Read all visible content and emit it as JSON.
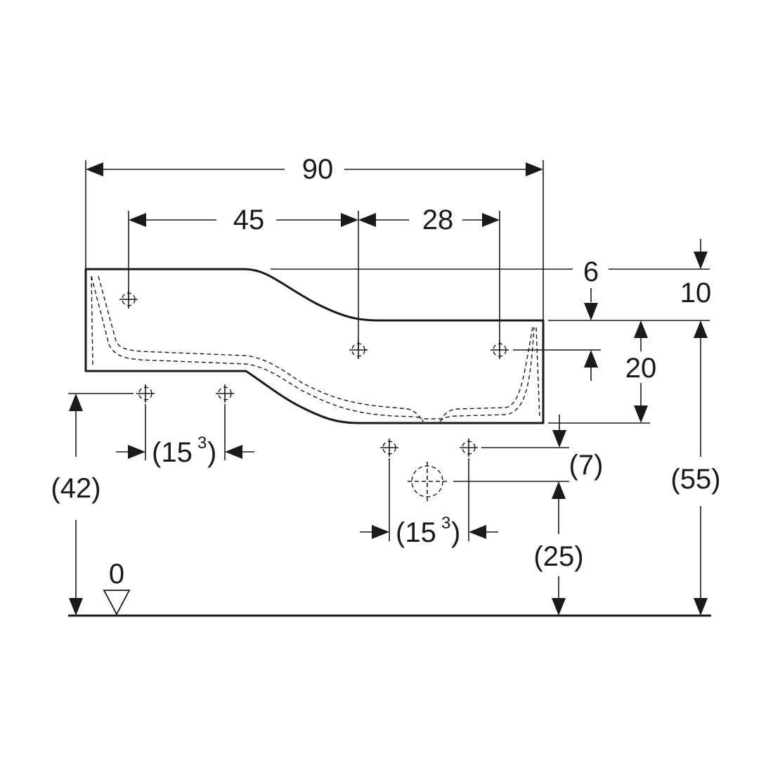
{
  "dimensions": {
    "overall_width": "90",
    "left_to_center": "45",
    "center_to_right": "28",
    "top_offset": "6",
    "step_height": "10",
    "basin_height": "20",
    "drain_offset": "(7)",
    "left_hole_spacing_main": "(15",
    "left_hole_spacing_sup": "3",
    "left_hole_spacing_close": ")",
    "right_hole_spacing_main": "(15",
    "right_hole_spacing_sup": "3",
    "right_hole_spacing_close": ")",
    "left_height": "(42)",
    "drain_height": "(25)",
    "total_height": "(55)",
    "floor_level": "0"
  },
  "icons": {
    "floor_marker": "triangle-down-icon",
    "crosshair": "crosshair-icon"
  },
  "colors": {
    "line": "#1a1a1a",
    "background": "#ffffff"
  }
}
